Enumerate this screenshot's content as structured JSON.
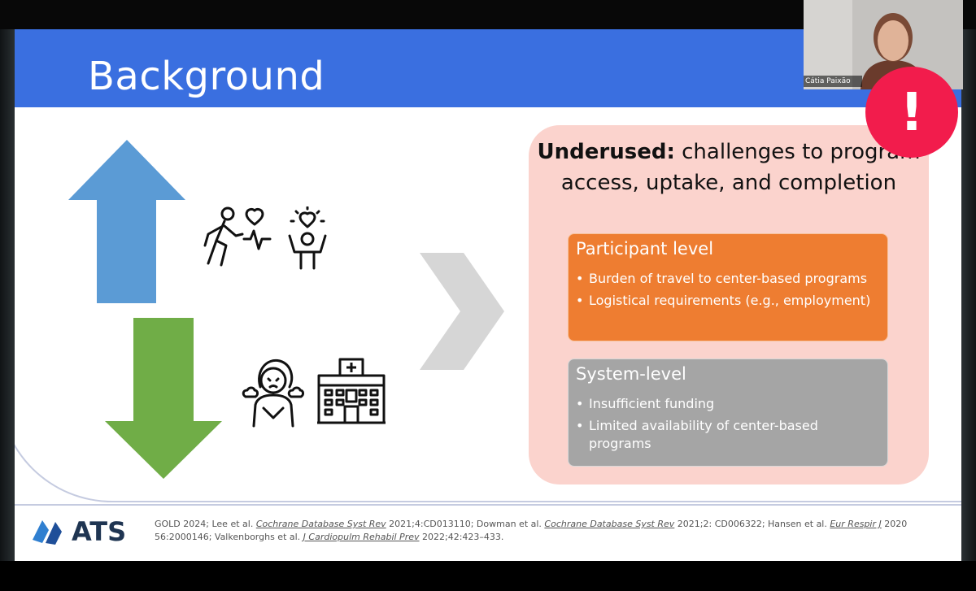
{
  "slide": {
    "title": "Background",
    "callout": {
      "heading_bold": "Underused:",
      "heading_rest": " challenges to program access, uptake, and completion",
      "participant": {
        "title": "Participant level",
        "items": [
          "Burden of travel to center-based programs",
          "Logistical requirements (e.g., employment)"
        ]
      },
      "system": {
        "title": "System-level",
        "items": [
          "Insufficient funding",
          "Limited availability of center-based programs"
        ]
      }
    },
    "icons": {
      "up_arrow": "up-arrow",
      "down_arrow": "down-arrow",
      "walker": "walking-person-heartbeat-icon",
      "happy": "happy-person-heart-icon",
      "distress": "breathless-person-icon",
      "hospital": "hospital-icon",
      "chevron": "chevron-right"
    },
    "footer": {
      "logo_text": "ATS",
      "refs": {
        "p1": "GOLD 2024; Lee et al. ",
        "j1": "Cochrane Database Syst Rev",
        "p2": " 2021;4:CD013110; Dowman et al. ",
        "j2": "Cochrane Database Syst Rev",
        "p3": " 2021;2: CD006322; Hansen et al. ",
        "j3": "Eur Respir J",
        "p4": " 2020 56:2000146; Valkenborghs et al. ",
        "j4": "J Cardiopulm Rehabil Prev",
        "p5": " 2022;42:423–433."
      }
    }
  },
  "video": {
    "participant_name": "Cátia Paixão",
    "alert_symbol": "!"
  },
  "colors": {
    "header_blue": "#3a6fe0",
    "arrow_up": "#5b9bd5",
    "arrow_down": "#70ad47",
    "callout_bg": "#fbd3cd",
    "orange_box": "#ee7d31",
    "gray_box": "#a5a5a5",
    "alert_red": "#f21c4c"
  }
}
